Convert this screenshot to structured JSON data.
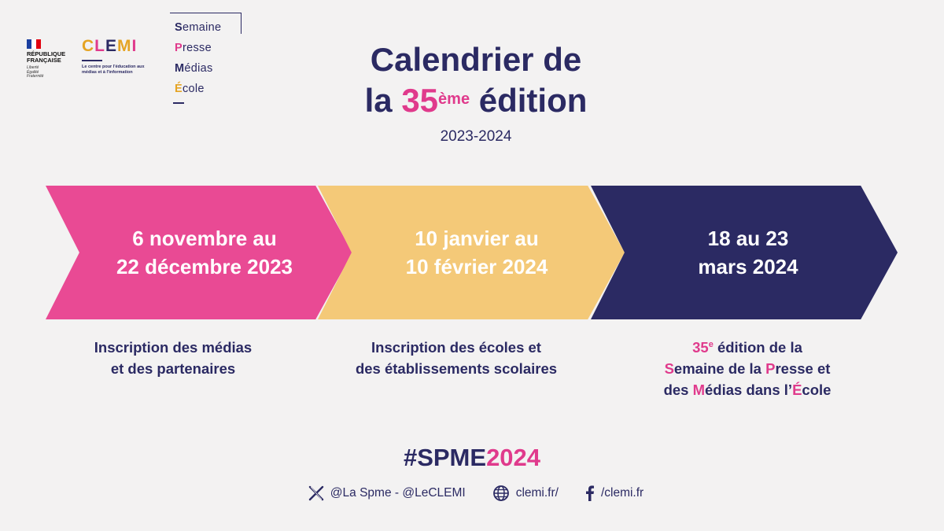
{
  "logos": {
    "republique": {
      "name_lines": [
        "RÉPUBLIQUE",
        "FRANÇAISE"
      ],
      "motto_lines": [
        "Liberté",
        "Égalité",
        "Fraternité"
      ],
      "flag_colors": [
        "#1a3fa0",
        "#ffffff",
        "#e1000f"
      ]
    },
    "clemi": {
      "letters": [
        "C",
        "L",
        "E",
        "M",
        "I"
      ],
      "tagline": "Le centre pour l'éducation aux médias et à l'information"
    },
    "spme": {
      "lines": [
        {
          "initial": "S",
          "rest": "emaine"
        },
        {
          "initial": "P",
          "rest": "resse"
        },
        {
          "initial": "M",
          "rest": "édias"
        },
        {
          "initial": "É",
          "rest": "cole"
        }
      ]
    }
  },
  "title": {
    "line1": "Calendrier de",
    "line2_prefix": "la ",
    "number": "35",
    "suffix": "ème",
    "line2_end": " édition",
    "years": "2023-2024"
  },
  "steps": [
    {
      "date_line1": "6 novembre au",
      "date_line2": "22 décembre 2023",
      "desc_line1": "Inscription des médias",
      "desc_line2": "et des partenaires",
      "color": "#e94a94"
    },
    {
      "date_line1": "10 janvier au",
      "date_line2": "10 février 2024",
      "desc_line1": "Inscription des écoles et",
      "desc_line2": "des établissements scolaires",
      "color": "#f4c978"
    },
    {
      "date_line1": "18 au 23",
      "date_line2": "mars 2024",
      "color": "#2b2a63",
      "desc": {
        "num": "35",
        "sup": "e",
        "l1_rest": " édition de la",
        "s": "S",
        "l2_a": "emaine de la ",
        "p": "P",
        "l2_b": "resse et",
        "l3_a": "des ",
        "m": "M",
        "l3_b": "édias dans l’",
        "e": "É",
        "l3_c": "cole"
      }
    }
  ],
  "hashtag": {
    "part1": "#SPME",
    "part2": "2024"
  },
  "footer": {
    "twitter": "@La Spme - @LeCLEMI",
    "website": "clemi.fr/",
    "facebook": "/clemi.fr"
  },
  "colors": {
    "navy": "#2b2a63",
    "pink": "#e03a8c",
    "yellow": "#f4c978",
    "background": "#f3f2f2"
  }
}
